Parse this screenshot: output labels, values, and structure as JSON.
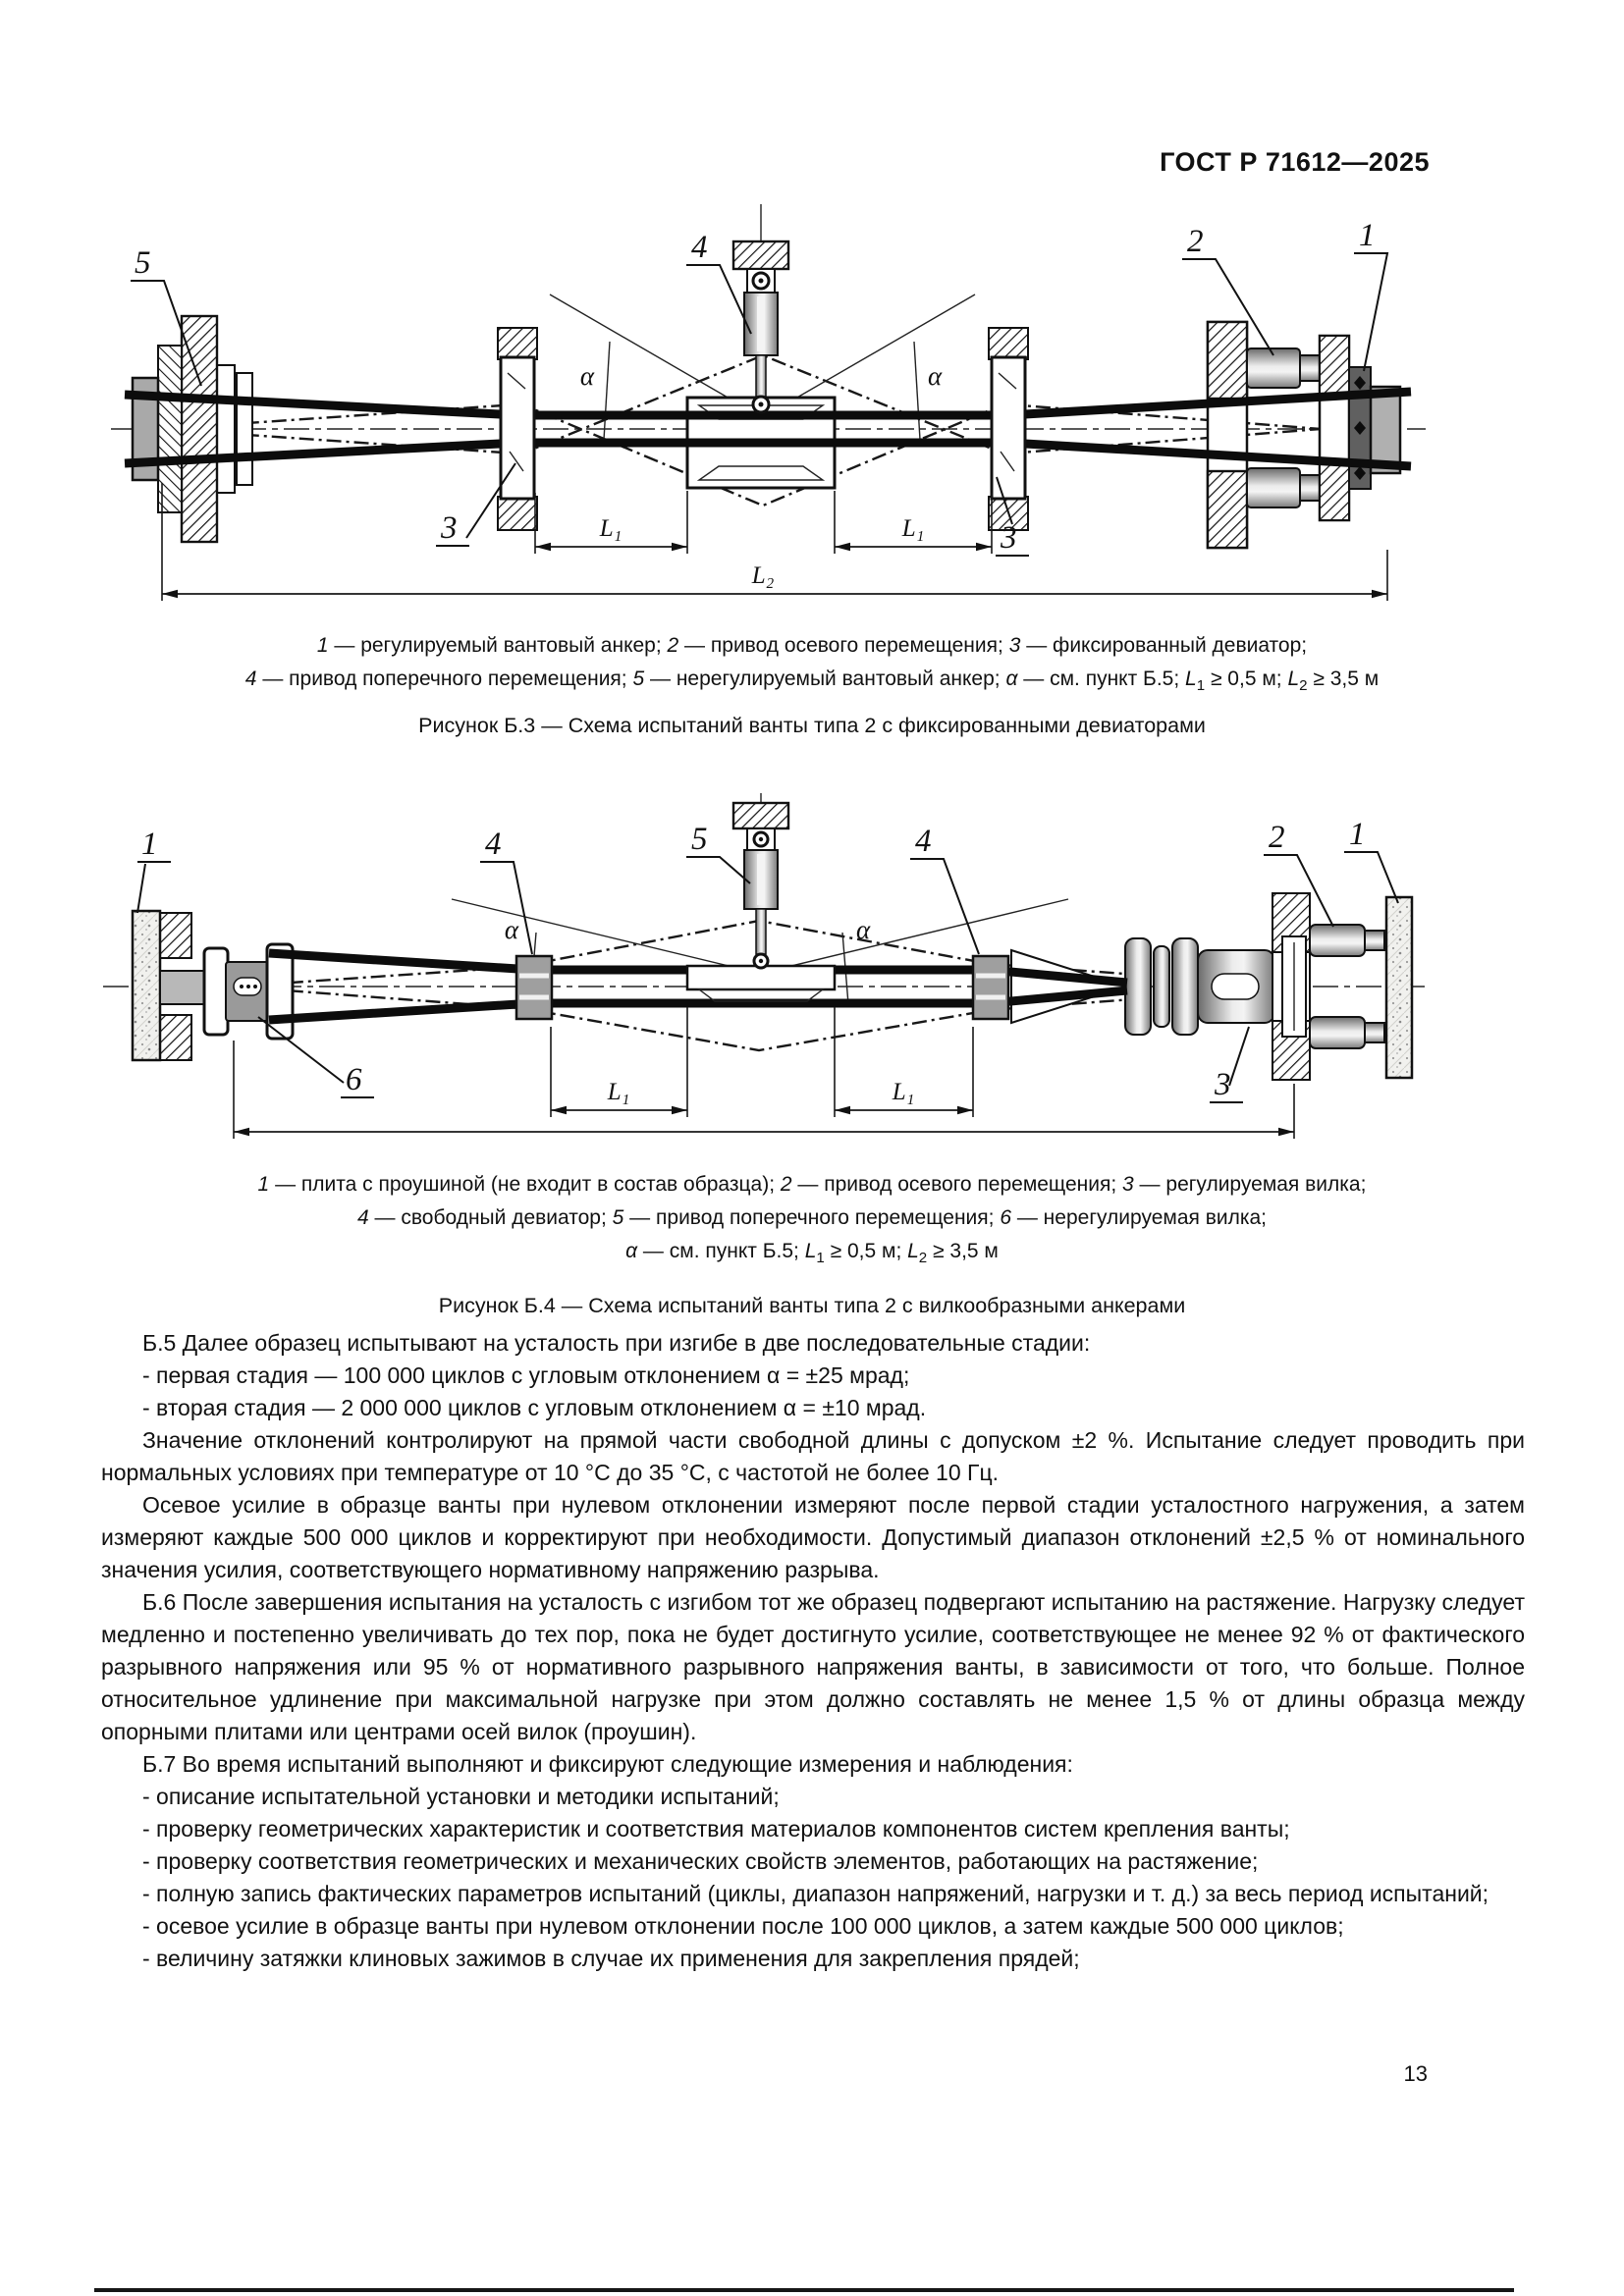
{
  "header": {
    "title": "ГОСТ Р 71612—2025"
  },
  "page": {
    "number": "13"
  },
  "figure_b3": {
    "title": "Рисунок Б.3 — Схема испытаний ванты типа 2 с фиксированными девиаторами",
    "caption_lines": [
      [
        {
          "t": "1",
          "i": true
        },
        {
          "t": " — регулируемый вантовый анкер; "
        },
        {
          "t": "2",
          "i": true
        },
        {
          "t": " — привод осевого перемещения; "
        },
        {
          "t": "3",
          "i": true
        },
        {
          "t": " — фиксированный девиатор;"
        }
      ],
      [
        {
          "t": "4",
          "i": true
        },
        {
          "t": " — привод поперечного перемещения; "
        },
        {
          "t": "5",
          "i": true
        },
        {
          "t": " — нерегулируемый вантовый анкер; "
        },
        {
          "t": "α",
          "i": true
        },
        {
          "t": " — см. пункт Б.5; "
        },
        {
          "t": "L",
          "i": true
        },
        {
          "t": "1",
          "sub": true
        },
        {
          "t": " ≥ 0,5 м; "
        },
        {
          "t": "L",
          "i": true
        },
        {
          "t": "2",
          "sub": true
        },
        {
          "t": " ≥ 3,5 м"
        }
      ]
    ],
    "labels": {
      "anchor_fixed": "5",
      "transverse_drive": "4",
      "axial_drive": "2",
      "anchor_adjustable": "1",
      "deviator_left": "3",
      "deviator_right": "3",
      "alpha_left": "α",
      "alpha_right": "α",
      "dim_l1_left": "L₁",
      "dim_l1_right": "L₁",
      "dim_l2": "L₂"
    }
  },
  "figure_b4": {
    "title": "Рисунок Б.4 — Схема испытаний ванты типа 2 с вилкообразными анкерами",
    "caption_lines": [
      [
        {
          "t": "1",
          "i": true
        },
        {
          "t": " — плита с проушиной (не входит в состав образца); "
        },
        {
          "t": "2",
          "i": true
        },
        {
          "t": " — привод осевого перемещения; "
        },
        {
          "t": "3",
          "i": true
        },
        {
          "t": " — регулируемая вилка;"
        }
      ],
      [
        {
          "t": "4",
          "i": true
        },
        {
          "t": " — свободный девиатор; "
        },
        {
          "t": "5",
          "i": true
        },
        {
          "t": " — привод поперечного перемещения; "
        },
        {
          "t": "6",
          "i": true
        },
        {
          "t": " — нерегулируемая вилка;"
        }
      ],
      [
        {
          "t": "α",
          "i": true
        },
        {
          "t": " — см. пункт Б.5; "
        },
        {
          "t": "L",
          "i": true
        },
        {
          "t": "1",
          "sub": true
        },
        {
          "t": " ≥ 0,5 м; "
        },
        {
          "t": "L",
          "i": true
        },
        {
          "t": "2",
          "sub": true
        },
        {
          "t": " ≥ 3,5 м"
        }
      ]
    ],
    "labels": {
      "plate_left": "1",
      "deviator_left": "4",
      "transverse_drive": "5",
      "deviator_right": "4",
      "axial_drive": "2",
      "plate_right": "1",
      "fork_fixed": "6",
      "fork_adjustable": "3",
      "alpha_left": "α",
      "alpha_right": "α",
      "dim_l1_left": "L₁",
      "dim_l1_right": "L₁"
    }
  },
  "body": {
    "paragraphs": [
      "Б.5 Далее образец испытывают на усталость при изгибе в две последовательные стадии:",
      "- первая стадия — 100 000 циклов с угловым отклонением α = ±25 мрад;",
      "- вторая стадия — 2 000 000 циклов с угловым отклонением α = ±10 мрад.",
      "Значение отклонений контролируют на прямой части свободной длины с допуском ±2 %. Испытание следует проводить при нормальных условиях при температуре от 10 °С до 35 °С, с частотой не более 10 Гц.",
      "Осевое усилие в образце ванты при нулевом отклонении измеряют после первой стадии усталостного нагружения, а затем измеряют каждые 500 000 циклов и корректируют при необходимости. Допустимый диапазон отклонений ±2,5 % от номинального значения усилия, соответствующего нормативному напряжению разрыва.",
      "Б.6 После завершения испытания на усталость с изгибом тот же образец подвергают испытанию на растяжение. Нагрузку следует медленно и постепенно увеличивать до тех пор, пока не будет достигнуто усилие, соответствующее не менее 92 % от фактического разрывного напряжения или 95 % от нормативного разрывного напряжения ванты, в зависимости от того, что больше. Полное относительное удлинение при максимальной нагрузке при этом должно составлять не менее 1,5 % от длины образца между опорными плитами или центрами осей вилок (проушин).",
      "Б.7 Во время испытаний выполняют и фиксируют следующие измерения и наблюдения:",
      "- описание испытательной установки и методики испытаний;",
      "- проверку геометрических характеристик и соответствия материалов компонентов систем крепления ванты;",
      "- проверку соответствия геометрических и механических свойств элементов, работающих на растяжение;",
      "- полную запись фактических параметров испытаний (циклы, диапазон напряжений, нагрузки и т. д.) за весь период испытаний;",
      "- осевое усилие в образце ванты при нулевом отклонении после 100 000 циклов, а затем каждые 500 000 циклов;",
      "- величину затяжки клиновых зажимов в случае их применения для закрепления прядей;"
    ]
  }
}
